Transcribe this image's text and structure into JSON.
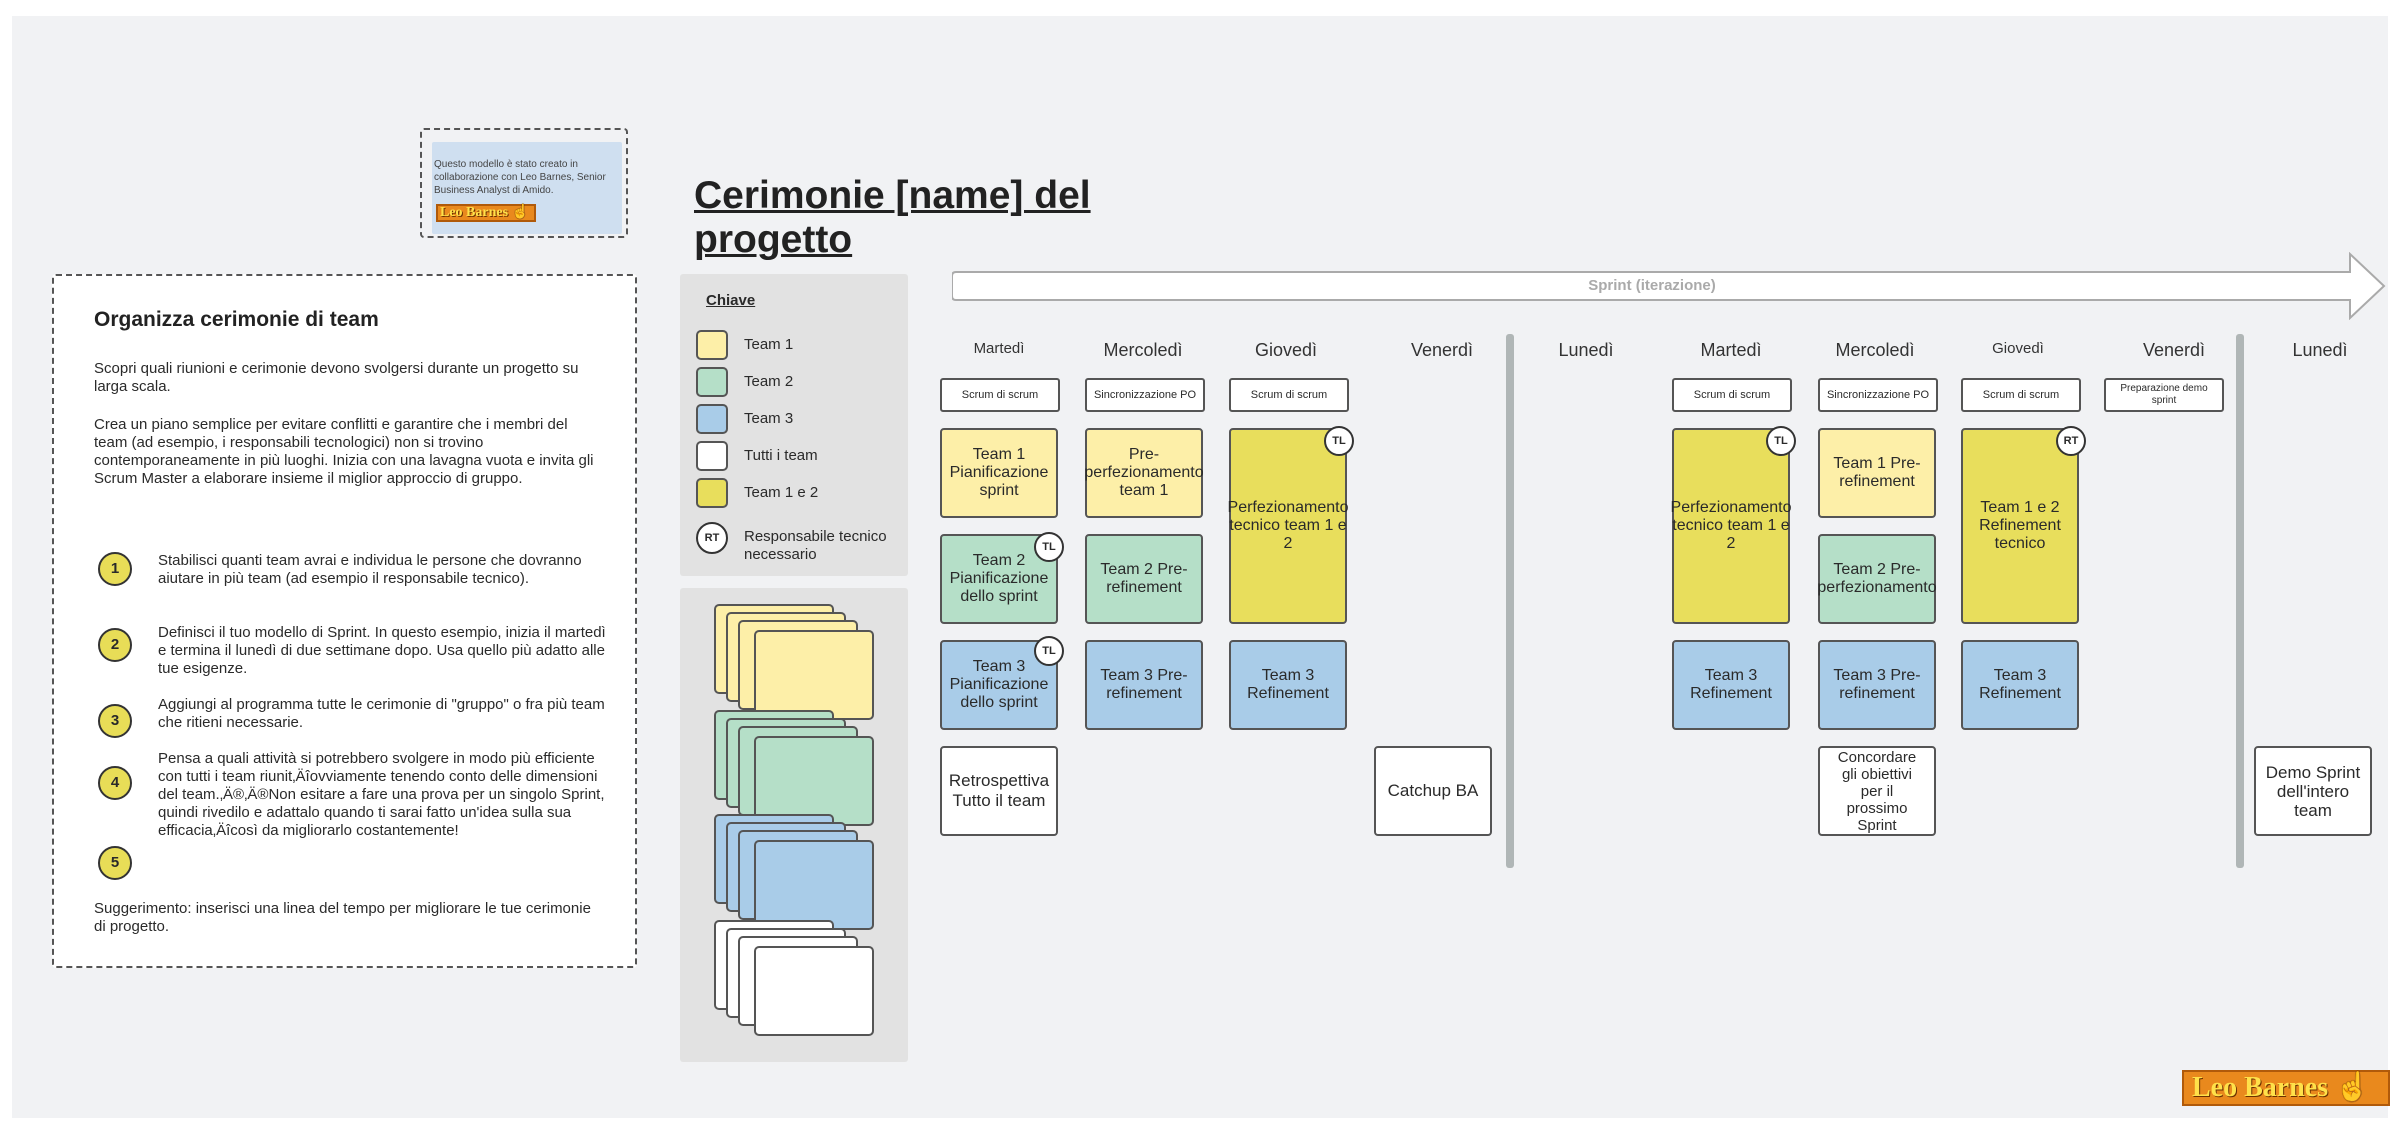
{
  "credit": {
    "text": "Questo modello è stato creato in collaborazione con Leo Barnes, Senior Business Analyst di Amido.",
    "badge": "Leo Barnes"
  },
  "corner_badge": "Leo Barnes",
  "instructions": {
    "title": "Organizza cerimonie di team",
    "intro": "Scopri quali riunioni e cerimonie devono svolgersi durante un progetto su larga scala.",
    "description": "Crea un piano semplice per evitare conflitti e garantire che i membri del team (ad esempio, i responsabili tecnologici) non si trovino contemporaneamente in più luoghi. Inizia con una lavagna vuota e invita gli Scrum Master a elaborare insieme il miglior approccio di gruppo.",
    "steps": [
      {
        "num": "1",
        "text": "Stabilisci quanti team avrai e individua le persone che dovranno aiutare in più team (ad esempio il responsabile tecnico)."
      },
      {
        "num": "2",
        "text": "Definisci il tuo modello di Sprint. In questo esempio, inizia il martedì e termina il lunedì di due settimane dopo. Usa quello più adatto alle tue esigenze."
      },
      {
        "num": "3",
        "text": "Aggiungi al programma tutte le cerimonie di \"gruppo\" o fra più team che ritieni necessarie."
      },
      {
        "num": "4",
        "text": "Pensa a quali attività si potrebbero svolgere in modo più efficiente con tutti i team riunit‚Äîovviamente tenendo conto delle dimensioni del team.‚Ä®‚Ä®Non esitare a fare una prova per un singolo Sprint, quindi rivedilo e adattalo quando ti sarai fatto un'idea sulla sua efficacia‚Äîcosì da migliorarlo costantemente!"
      },
      {
        "num": "5",
        "text": ""
      }
    ],
    "tip": "Suggerimento: inserisci una linea del tempo per migliorare le tue cerimonie di progetto."
  },
  "board": {
    "title": "Cerimonie [name] del progetto",
    "sprint_label": "Sprint (iterazione)"
  },
  "key": {
    "title": "Chiave",
    "items": [
      {
        "label": "Team 1",
        "color": "#fdefa8"
      },
      {
        "label": "Team 2",
        "color": "#b5dfc8"
      },
      {
        "label": "Team 3",
        "color": "#a9cce8"
      },
      {
        "label": "Tutti i team",
        "color": "#ffffff"
      },
      {
        "label": "Team 1 e 2",
        "color": "#e8de5c"
      }
    ],
    "rt_badge": "RT",
    "rt_label": "Responsabile tecnico necessario"
  },
  "days": [
    "Martedì",
    "Mercoledì",
    "Giovedì",
    "Venerdì",
    "Lunedì",
    "Martedì",
    "Mercoledì",
    "Giovedì",
    "Venerdì",
    "Lunedì"
  ],
  "meetings": [
    "Scrum di scrum",
    "Sincronizzazione PO",
    "Scrum di scrum",
    "Scrum di scrum",
    "Sincronizzazione PO",
    "Scrum di scrum",
    "Preparazione demo sprint"
  ],
  "cards": [
    "Team 1 Pianificazione sprint",
    "Team 2 Pianificazione dello sprint",
    "Team 3 Pianificazione dello sprint",
    "Retrospettiva Tutto il team",
    "Pre-perfezionamento team 1",
    "Team 2 Pre-refinement",
    "Team 3 Pre-refinement",
    "Perfezionamento tecnico team 1 e 2",
    "Team 3 Refinement",
    "Catchup BA",
    "Perfezionamento tecnico team 1 e 2",
    "Team 3 Refinement",
    "Team 1 Pre-refinement",
    "Team 2 Pre-perfezionamento",
    "Team 3 Pre-refinement",
    "Concordare gli obiettivi per il prossimo Sprint",
    "Team 1 e 2 Refinement tecnico",
    "Team 3 Refinement",
    "Demo Sprint dell'intero team"
  ],
  "tags": {
    "tl": "TL",
    "rt": "RT"
  }
}
